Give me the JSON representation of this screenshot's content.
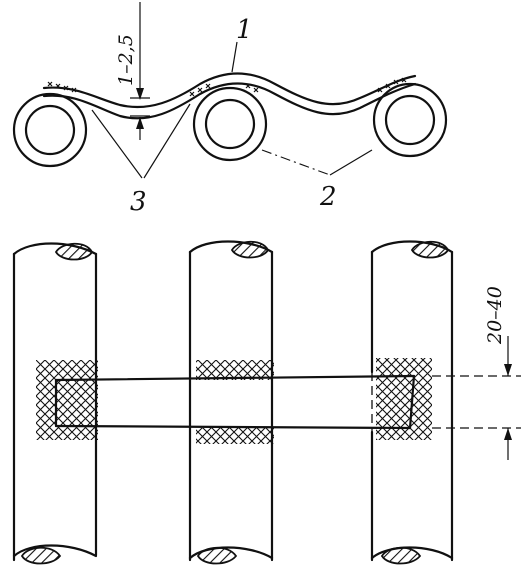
{
  "figure": {
    "callouts": {
      "strip": "1",
      "tube": "2",
      "weld": "3"
    },
    "dimensions": {
      "thickness": "1–2,5",
      "width": "20–40"
    }
  }
}
